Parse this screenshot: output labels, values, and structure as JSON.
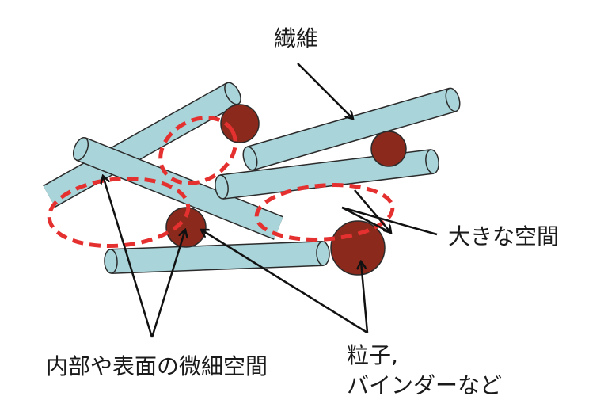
{
  "labels": {
    "fiber": "繊維",
    "large_space": "大きな空間",
    "micro_space": "内部や表面の微細空間",
    "particles_line1": "粒子,",
    "particles_line2": "バインダーなど"
  },
  "colors": {
    "fiber_fill": "#a9d4d9",
    "fiber_stroke": "#2b2b2b",
    "particle_fill": "#8b2a1c",
    "dashed_red": "#e53030",
    "arrow": "#111111"
  }
}
